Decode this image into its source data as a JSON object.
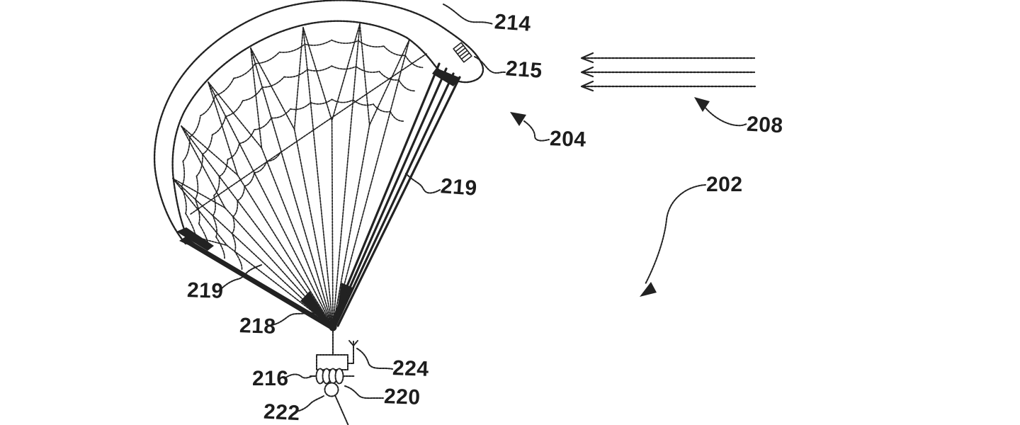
{
  "figure": {
    "background_color": "#ffffff",
    "ink_color": "#222222",
    "description": "Patent line drawing of a parafoil kite canopy with suspension line mesh, control pod with antenna, winch drum, pulley and tether, plus wind-direction arrows"
  },
  "labels": {
    "canopy": "214",
    "canopy_patch": "215",
    "travel_direction": "204",
    "wind_direction": "208",
    "system": "202",
    "suspension_line_right": "219",
    "suspension_line_left": "219",
    "line_convergence": "218",
    "control_module": "216",
    "antenna": "224",
    "pulley": "220",
    "tether": "222"
  }
}
